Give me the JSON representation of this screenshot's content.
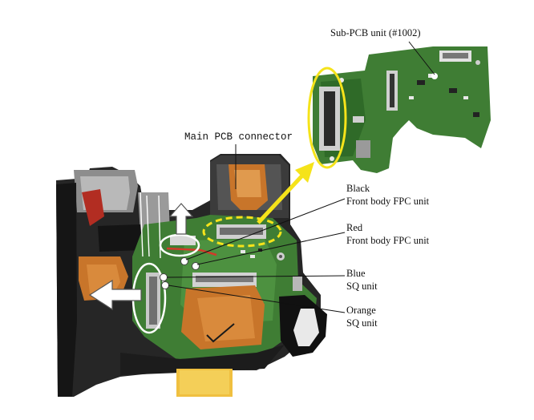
{
  "labels": {
    "sub_pcb": "Sub-PCB unit (#1002)",
    "main_pcb_connector": "Main PCB connector",
    "black_title": "Black",
    "black_sub": "Front body FPC unit",
    "red_title": "Red",
    "red_sub": "Front body FPC unit",
    "blue_title": "Blue",
    "blue_sub": "SQ unit",
    "orange_title": "Orange",
    "orange_sub": "SQ unit"
  },
  "colors": {
    "pcb_green": "#3f7d34",
    "pcb_dark": "#24481f",
    "flex_orange": "#c8752a",
    "flex_yellow": "#f0c040",
    "highlight_yellow": "#f5e31a",
    "camera_body": "#2a2a2a",
    "arrow_white": "#ffffff",
    "marker_white": "#ffffff"
  },
  "icons": {
    "pull_left": "arrow-left-icon",
    "pull_up": "arrow-up-icon",
    "connect": "arrow-diagonal-icon"
  }
}
